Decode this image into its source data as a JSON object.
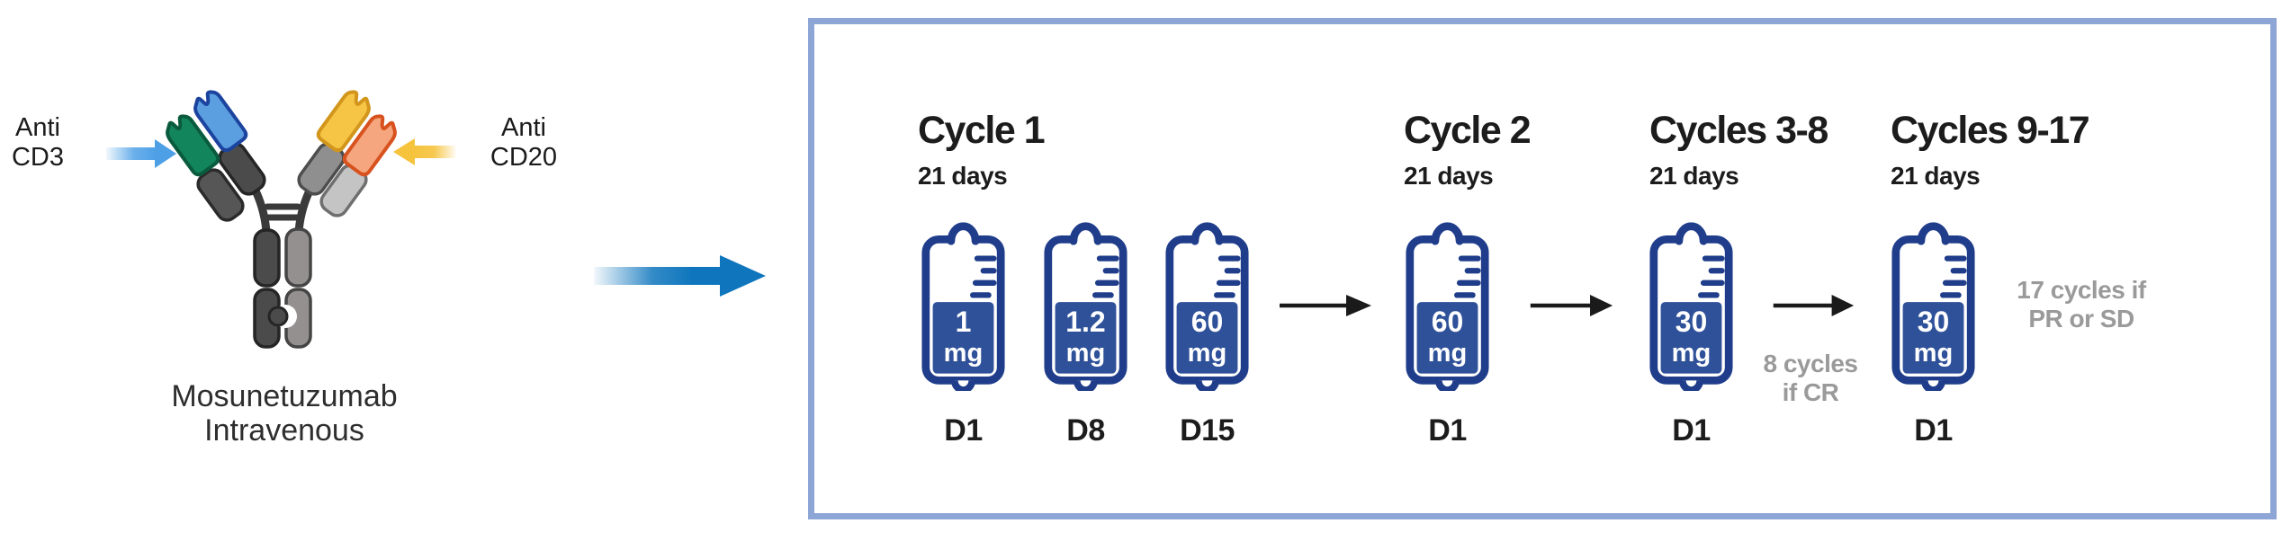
{
  "antibody": {
    "anti_cd3_label": {
      "line1": "Anti",
      "line2": "CD3"
    },
    "anti_cd20_label": {
      "line1": "Anti",
      "line2": "CD20"
    },
    "caption_line1": "Mosunetuzumab",
    "caption_line2": "Intravenous"
  },
  "panel": {
    "cycles": [
      {
        "title": "Cycle 1",
        "duration": "21 days",
        "doses": [
          {
            "amount": "1",
            "unit": "mg",
            "day": "D1"
          },
          {
            "amount": "1.2",
            "unit": "mg",
            "day": "D8"
          },
          {
            "amount": "60",
            "unit": "mg",
            "day": "D15"
          }
        ]
      },
      {
        "title": "Cycle 2",
        "duration": "21 days",
        "doses": [
          {
            "amount": "60",
            "unit": "mg",
            "day": "D1"
          }
        ]
      },
      {
        "title": "Cycles 3-8",
        "duration": "21 days",
        "doses": [
          {
            "amount": "30",
            "unit": "mg",
            "day": "D1"
          }
        ]
      },
      {
        "title": "Cycles 9-17",
        "duration": "21 days",
        "doses": [
          {
            "amount": "30",
            "unit": "mg",
            "day": "D1"
          }
        ]
      }
    ],
    "annotations": [
      {
        "line1": "8 cycles",
        "line2": "if CR"
      },
      {
        "line1": "17 cycles if",
        "line2": "PR or SD"
      }
    ]
  },
  "colors": {
    "panel_border": "#8ea6d6",
    "bag_outline": "#1f3d8a",
    "bag_fill": "#2f5199",
    "flow_arrow_blue": "#0f76bd",
    "cd3_arrow_blue": "#4d9fe6",
    "cd20_arrow_yellow": "#f6c33d",
    "cd3_domain_green": "#12855c",
    "cd3_domain_blue": "#5c9fe1",
    "cd20_domain_yellow": "#f7c545",
    "cd20_domain_orange": "#f5a67f",
    "note_gray": "#9a9a9a",
    "step_arrow_black": "#1a1a1a"
  }
}
